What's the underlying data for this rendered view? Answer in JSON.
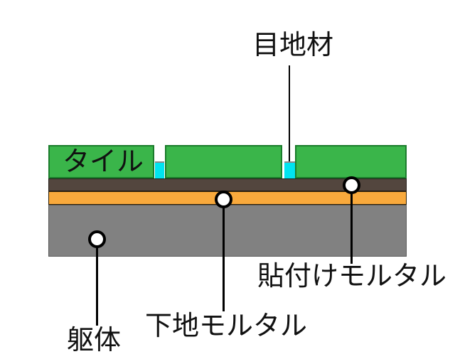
{
  "diagram": {
    "background": "#ffffff",
    "line_color": "#000000",
    "marker": {
      "fill": "#ffffff",
      "border": "#000000"
    },
    "layers": {
      "tile": {
        "label": "タイル",
        "color": "#3ab54a",
        "border_color": "#1b7c2c"
      },
      "joint": {
        "label": "目地材",
        "color": "#00e4f0"
      },
      "adhesive_mortar": {
        "label": "貼付けモルタル",
        "color": "#53463e"
      },
      "base_mortar": {
        "label": "下地モルタル",
        "color": "#f8a93c"
      },
      "structure_body": {
        "label": "躯体",
        "color": "#818181"
      }
    }
  }
}
